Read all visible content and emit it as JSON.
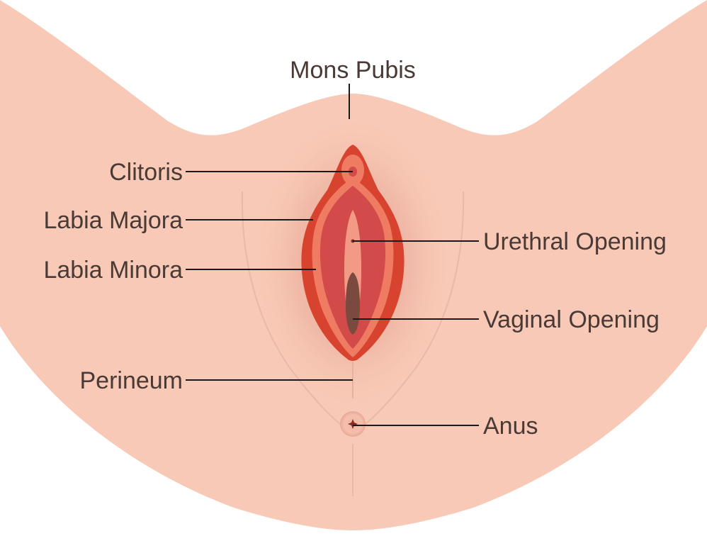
{
  "labels": {
    "mons_pubis": "Mons Pubis",
    "clitoris": "Clitoris",
    "labia_majora": "Labia Majora",
    "labia_minora": "Labia Minora",
    "perineum": "Perineum",
    "urethral_opening": "Urethral Opening",
    "vaginal_opening": "Vaginal Opening",
    "anus": "Anus"
  },
  "colors": {
    "skin": "#f8c9b6",
    "skin_shadow": "#e9a898",
    "labia_majora": "#d8432f",
    "labia_minora": "#ef7b63",
    "inner": "#d24a4a",
    "vestibule": "#f39a86",
    "vaginal_opening": "#7a4a3e",
    "label_text": "#4a3a36",
    "leader_line": "#1a1a1a"
  }
}
